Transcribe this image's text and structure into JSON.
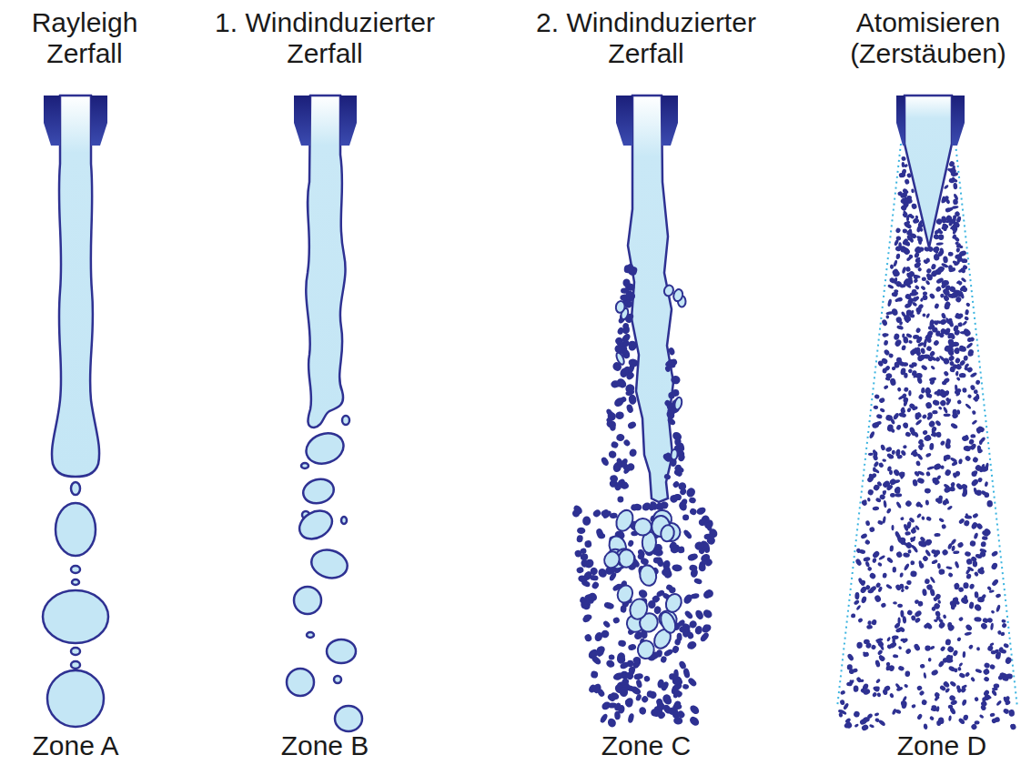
{
  "diagram": {
    "labels": [
      "Rayleigh Zerfall",
      "1. Windinduzierter Zerfall",
      "2. Windinduzierter Zerfall",
      "Atomisieren (Zerstäuben)",
      "Zone A",
      "Zone B",
      "Zone C",
      "Zone D"
    ]
  }
}
